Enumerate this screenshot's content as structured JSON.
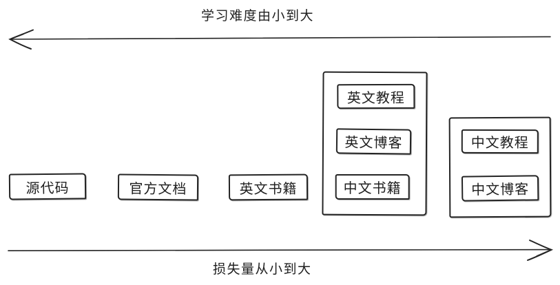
{
  "colors": {
    "ink": "#1f1f1f",
    "background": "#ffffff"
  },
  "top_axis": {
    "label": "学习难度由小到大",
    "direction": "left"
  },
  "bottom_axis": {
    "label": "损失量从小到大",
    "direction": "right"
  },
  "nodes": [
    {
      "label": "源代码"
    },
    {
      "label": "官方文档"
    },
    {
      "label": "英文书籍"
    }
  ],
  "groups": [
    {
      "items": [
        {
          "label": "英文教程"
        },
        {
          "label": "英文博客"
        },
        {
          "label": "中文书籍"
        }
      ]
    },
    {
      "items": [
        {
          "label": "中文教程"
        },
        {
          "label": "中文博客"
        }
      ]
    }
  ]
}
